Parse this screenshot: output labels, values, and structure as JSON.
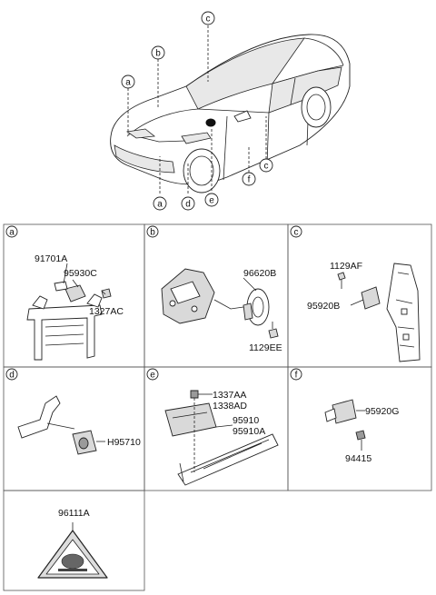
{
  "overview_callouts": [
    "a",
    "b",
    "c",
    "c",
    "a",
    "d",
    "e",
    "f"
  ],
  "panels": {
    "a": {
      "letter": "a",
      "parts": [
        "91701A",
        "95930C",
        "1327AC"
      ]
    },
    "b": {
      "letter": "b",
      "parts": [
        "96620B",
        "1129EE"
      ]
    },
    "c": {
      "letter": "c",
      "parts": [
        "1129AF",
        "95920B"
      ]
    },
    "d": {
      "letter": "d",
      "parts": [
        "H95710"
      ]
    },
    "e": {
      "letter": "e",
      "parts": [
        "1337AA",
        "1338AD",
        "95910",
        "95910A"
      ]
    },
    "f": {
      "letter": "f",
      "parts": [
        "95920G",
        "94415"
      ]
    },
    "g": {
      "parts": [
        "96111A"
      ]
    }
  }
}
